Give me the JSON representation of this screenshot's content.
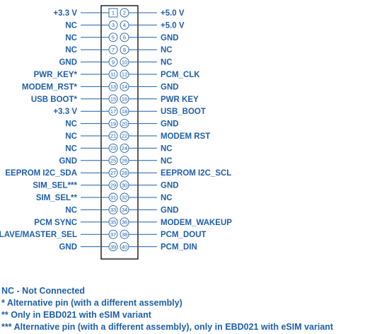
{
  "connector": {
    "rows": [
      {
        "left_label": "+3.3 V",
        "left_pin": "1",
        "right_pin": "2",
        "right_label": "+5.0 V"
      },
      {
        "left_label": "NC",
        "left_pin": "3",
        "right_pin": "4",
        "right_label": "+5.0 V"
      },
      {
        "left_label": "NC",
        "left_pin": "5",
        "right_pin": "6",
        "right_label": "GND"
      },
      {
        "left_label": "NC",
        "left_pin": "7",
        "right_pin": "8",
        "right_label": "NC"
      },
      {
        "left_label": "GND",
        "left_pin": "9",
        "right_pin": "10",
        "right_label": "NC"
      },
      {
        "left_label": "PWR_KEY*",
        "left_pin": "11",
        "right_pin": "12",
        "right_label": "PCM_CLK"
      },
      {
        "left_label": "MODEM_RST*",
        "left_pin": "13",
        "right_pin": "14",
        "right_label": "GND"
      },
      {
        "left_label": "USB BOOT*",
        "left_pin": "15",
        "right_pin": "16",
        "right_label": "PWR KEY"
      },
      {
        "left_label": "+3.3 V",
        "left_pin": "17",
        "right_pin": "18",
        "right_label": "USB_BOOT"
      },
      {
        "left_label": "NC",
        "left_pin": "19",
        "right_pin": "20",
        "right_label": "GND"
      },
      {
        "left_label": "NC",
        "left_pin": "21",
        "right_pin": "22",
        "right_label": "MODEM RST"
      },
      {
        "left_label": "NC",
        "left_pin": "23",
        "right_pin": "24",
        "right_label": "NC"
      },
      {
        "left_label": "GND",
        "left_pin": "25",
        "right_pin": "26",
        "right_label": "NC"
      },
      {
        "left_label": "EEPROM I2C_SDA",
        "left_pin": "27",
        "right_pin": "28",
        "right_label": "EEPROM I2C_SCL"
      },
      {
        "left_label": "SIM_SEL***",
        "left_pin": "29",
        "right_pin": "30",
        "right_label": "GND"
      },
      {
        "left_label": "SIM_SEL**",
        "left_pin": "31",
        "right_pin": "32",
        "right_label": "NC"
      },
      {
        "left_label": "NC",
        "left_pin": "33",
        "right_pin": "34",
        "right_label": "GND"
      },
      {
        "left_label": "PCM SYNC",
        "left_pin": "35",
        "right_pin": "36",
        "right_label": "MODEM_WAKEUP"
      },
      {
        "left_label": "SLAVE/MASTER_SEL",
        "left_pin": "37",
        "right_pin": "38",
        "right_label": "PCM_DOUT"
      },
      {
        "left_label": "GND",
        "left_pin": "39",
        "right_pin": "40",
        "right_label": "PCM_DIN"
      }
    ]
  },
  "legend": [
    "NC - Not Connected",
    "* Alternative pin (with a different assembly)",
    "** Only in EBD021 with eSIM variant",
    "*** Alternative pin (with a different assembly), only in EBD021 with eSIM variant"
  ]
}
